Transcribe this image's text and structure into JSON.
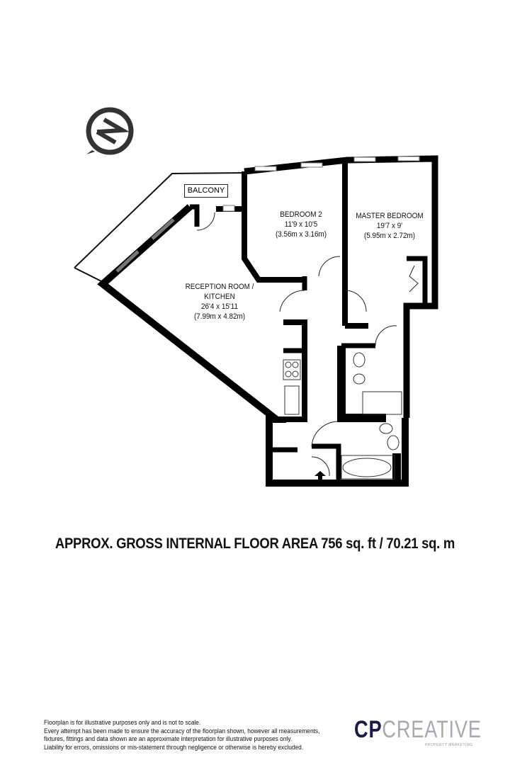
{
  "compass": {
    "icon": "north-arrow-icon",
    "letter": "N"
  },
  "rooms": [
    {
      "name": "BALCONY"
    },
    {
      "name": "BEDROOM 2",
      "imperial": "11'9 x 10'5",
      "metric": "(3.56m x 3.16m)"
    },
    {
      "name": "MASTER BEDROOM",
      "imperial": "19'7 x 9'",
      "metric": "(5.95m x 2.72m)"
    },
    {
      "name": "RECEPTION ROOM /",
      "name2": "KITCHEN",
      "imperial": "26'4 x 15'11",
      "metric": "(7.99m x 4.82m)"
    }
  ],
  "area": "APPROX. GROSS INTERNAL FLOOR AREA 756 sq. ft / 70.21 sq. m",
  "disclaimer": [
    "Floorplan is for illustrative purposes only and is not to scale.",
    "Every attempt has been made to ensure the accuracy of the floorplan shown, however all measurements,",
    "fixtures, fittings and data shown are an approximate interpretation for illustrative purposes only.",
    "Liability for errors, omissions or mis-statement through negligence or otherwise is hereby excluded."
  ],
  "logo": {
    "cp": "CP",
    "creative": "CREATIVE",
    "tagline": "PROPERTY MARKETING",
    "brand_color": "#1b1a44",
    "grey": "#a8aab0"
  }
}
